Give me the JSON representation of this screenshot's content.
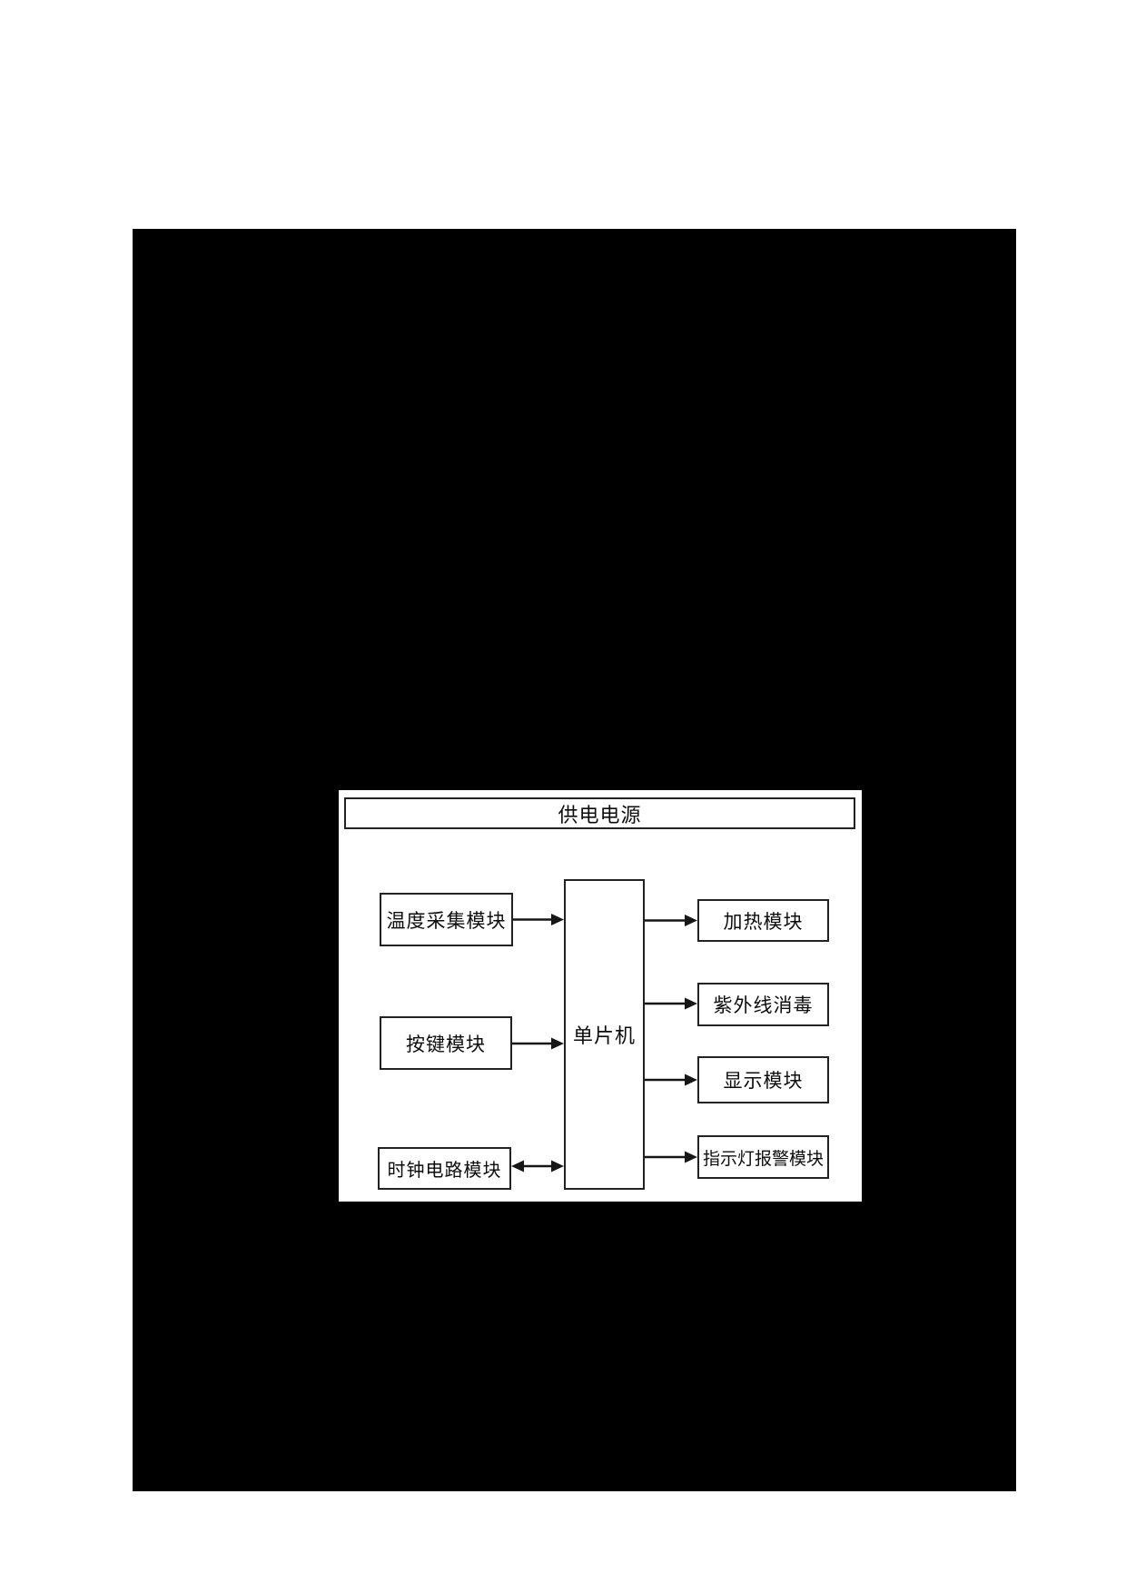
{
  "diagram": {
    "title_hint": "single-chip microcontroller system block diagram",
    "power": {
      "label": "供电电源"
    },
    "mcu": {
      "label": "单片机"
    },
    "left": [
      {
        "id": "temp",
        "label": "温度采集模块"
      },
      {
        "id": "key",
        "label": "按键模块"
      },
      {
        "id": "clock",
        "label": "时钟电路模块"
      }
    ],
    "right": [
      {
        "id": "heat",
        "label": "加热模块"
      },
      {
        "id": "uv",
        "label": "紫外线消毒"
      },
      {
        "id": "display",
        "label": "显示模块"
      },
      {
        "id": "indicator",
        "label": "指示灯报警模块"
      }
    ],
    "connections": [
      {
        "from": "温度采集模块",
        "to": "单片机",
        "direction": "one-way"
      },
      {
        "from": "按键模块",
        "to": "单片机",
        "direction": "one-way"
      },
      {
        "from": "时钟电路模块",
        "to": "单片机",
        "direction": "two-way"
      },
      {
        "from": "单片机",
        "to": "加热模块",
        "direction": "one-way"
      },
      {
        "from": "单片机",
        "to": "紫外线消毒",
        "direction": "one-way"
      },
      {
        "from": "单片机",
        "to": "显示模块",
        "direction": "one-way"
      },
      {
        "from": "单片机",
        "to": "指示灯报警模块",
        "direction": "one-way"
      }
    ],
    "colors": {
      "page_bg": "#ffffff",
      "panel_bg": "#000000",
      "diagram_bg": "#ffffff",
      "line": "#161616"
    }
  }
}
